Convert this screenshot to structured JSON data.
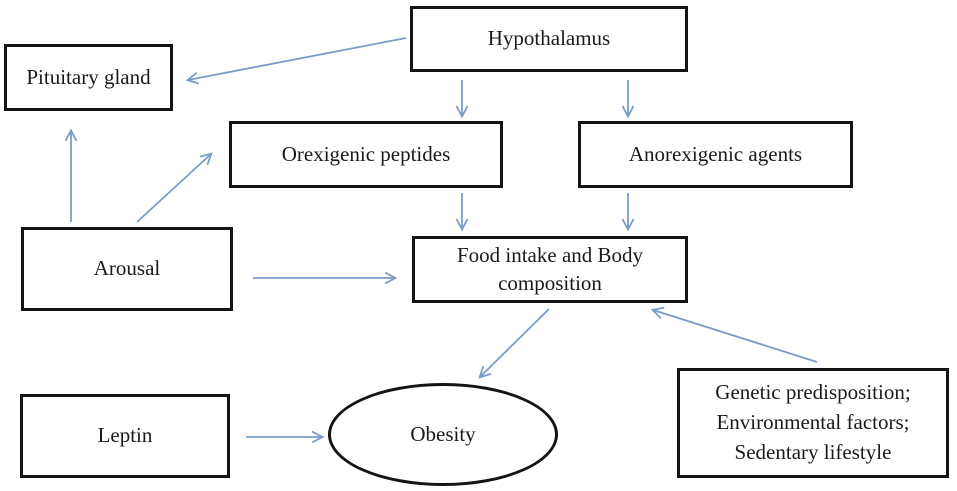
{
  "diagram": {
    "background": "#ffffff",
    "box_border_color": "#141414",
    "arrow_color": "#7b9bc9",
    "nodes": {
      "hypothalamus": {
        "shape": "rect",
        "label": "Hypothalamus"
      },
      "pituitary_gland": {
        "shape": "rect",
        "label": "Pituitary gland"
      },
      "orexigenic_peptides": {
        "shape": "rect",
        "label": "Orexigenic peptides"
      },
      "anorexigenic_agents": {
        "shape": "rect",
        "label": "Anorexigenic agents"
      },
      "arousal": {
        "shape": "rect",
        "label": "Arousal"
      },
      "food_intake": {
        "shape": "rect",
        "label": "Food intake and Body composition"
      },
      "leptin": {
        "shape": "rect",
        "label": "Leptin"
      },
      "obesity": {
        "shape": "ellipse",
        "label": "Obesity"
      },
      "influences": {
        "shape": "rect",
        "lines": [
          "Genetic predisposition;",
          "Environmental factors;",
          "Sedentary lifestyle"
        ]
      }
    },
    "edges": [
      {
        "from": "hypothalamus",
        "to": "pituitary_gland"
      },
      {
        "from": "hypothalamus",
        "to": "orexigenic_peptides"
      },
      {
        "from": "hypothalamus",
        "to": "anorexigenic_agents"
      },
      {
        "from": "orexigenic_peptides",
        "to": "food_intake"
      },
      {
        "from": "anorexigenic_agents",
        "to": "food_intake"
      },
      {
        "from": "arousal",
        "to": "pituitary_gland"
      },
      {
        "from": "arousal",
        "to": "orexigenic_peptides"
      },
      {
        "from": "arousal",
        "to": "food_intake"
      },
      {
        "from": "food_intake",
        "to": "obesity"
      },
      {
        "from": "influences",
        "to": "food_intake"
      },
      {
        "from": "leptin",
        "to": "obesity"
      }
    ]
  }
}
